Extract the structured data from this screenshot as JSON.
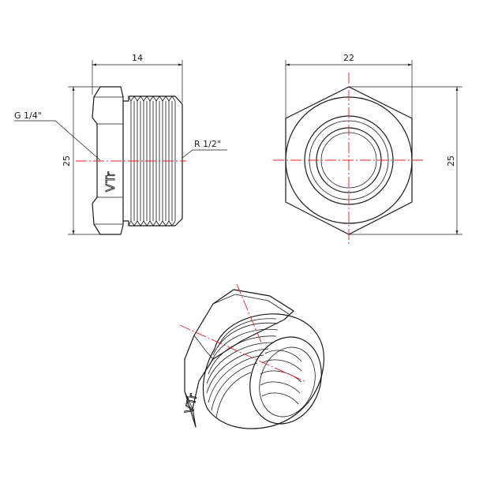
{
  "side_view": {
    "dim_width": "14",
    "dim_height": "25",
    "thread_inner": "G 1/4\"",
    "thread_outer": "R 1/2\"",
    "brand": "VTr"
  },
  "front_view": {
    "dim_width": "22",
    "dim_height": "25"
  },
  "iso_view": {
    "brand": "VTr"
  },
  "colors": {
    "ink": "#1a1a1a",
    "axis": "#e8202a",
    "background": "#ffffff"
  }
}
